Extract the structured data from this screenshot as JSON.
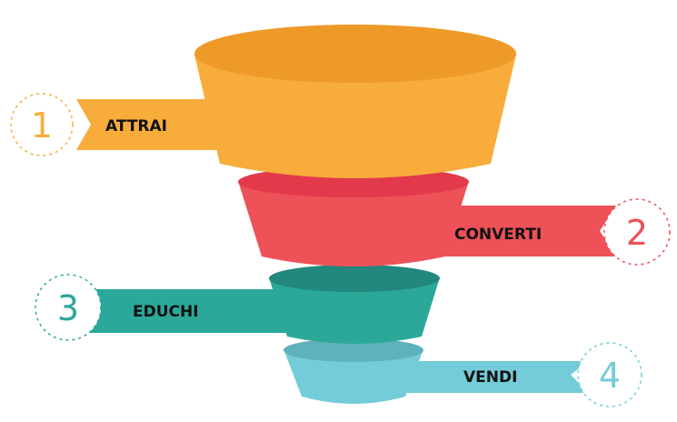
{
  "stages": [
    {
      "number": "1",
      "label": "ATTRAI",
      "color": "#F7AC3B",
      "rim_color": "#EE9A29"
    },
    {
      "number": "2",
      "label": "CONVERTI",
      "color": "#EE5157",
      "rim_color": "#E23A4A"
    },
    {
      "number": "3",
      "label": "EDUCHI",
      "color": "#2BA89A",
      "rim_color": "#22877D"
    },
    {
      "number": "4",
      "label": "VENDI",
      "color": "#73CCD8",
      "rim_color": "#5FB1BB"
    }
  ]
}
